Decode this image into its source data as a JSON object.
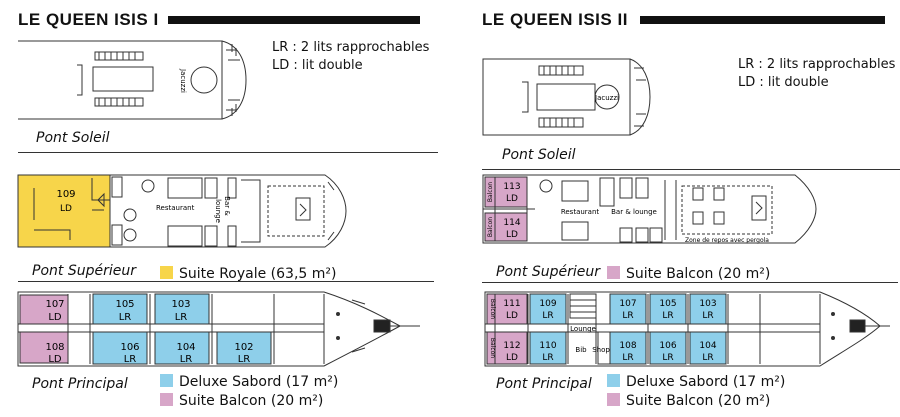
{
  "colors": {
    "suite_royale": "#f7d54a",
    "deluxe_sabord": "#8ecfea",
    "suite_balcon": "#d7a6c8",
    "line": "#333333"
  },
  "left": {
    "title": "LE QUEEN ISIS I",
    "legend": [
      "LR : 2 lits rapprochables",
      "LD : lit double"
    ],
    "decks": {
      "soleil": "Pont Soleil",
      "superieur": "Pont Supérieur",
      "principal": "Pont Principal"
    },
    "labels": {
      "jacuzzi": "Jacuzzi",
      "restaurant": "Restaurant",
      "bar": "Bar &",
      "lounge": "lounge"
    },
    "keys": {
      "suite_royale": "Suite Royale (63,5 m²)",
      "deluxe_sabord": "Deluxe Sabord (17 m²)",
      "suite_balcon": "Suite Balcon (20 m²)"
    },
    "cabins": {
      "c109": {
        "num": "109",
        "type": "LD"
      },
      "c107": {
        "num": "107",
        "type": "LD"
      },
      "c105": {
        "num": "105",
        "type": "LR"
      },
      "c103": {
        "num": "103",
        "type": "LR"
      },
      "c108": {
        "num": "108",
        "type": "LD"
      },
      "c106": {
        "num": "106",
        "type": "LR"
      },
      "c104": {
        "num": "104",
        "type": "LR"
      },
      "c102": {
        "num": "102",
        "type": "LR"
      }
    }
  },
  "right": {
    "title": "LE QUEEN ISIS II",
    "legend": [
      "LR : 2 lits rapprochables",
      "LD : lit double"
    ],
    "decks": {
      "soleil": "Pont Soleil",
      "superieur": "Pont Supérieur",
      "principal": "Pont Principal"
    },
    "labels": {
      "jacuzzi": "Jacuzzi",
      "restaurant": "Restaurant",
      "bar_lounge": "Bar & lounge",
      "zone": "Zone de repos avec pergola",
      "balcon": "Balcon",
      "lounge": "Lounge",
      "bib": "Bib",
      "shop": "Shop"
    },
    "keys": {
      "suite_balcon": "Suite Balcon (20 m²)",
      "deluxe_sabord": "Deluxe Sabord (17 m²)"
    },
    "cabins": {
      "c113": {
        "num": "113",
        "type": "LD"
      },
      "c114": {
        "num": "114",
        "type": "LD"
      },
      "c111": {
        "num": "111",
        "type": "LD"
      },
      "c109": {
        "num": "109",
        "type": "LR"
      },
      "c107": {
        "num": "107",
        "type": "LR"
      },
      "c105": {
        "num": "105",
        "type": "LR"
      },
      "c103": {
        "num": "103",
        "type": "LR"
      },
      "c112": {
        "num": "112",
        "type": "LD"
      },
      "c110": {
        "num": "110",
        "type": "LR"
      },
      "c108": {
        "num": "108",
        "type": "LR"
      },
      "c106": {
        "num": "106",
        "type": "LR"
      },
      "c104": {
        "num": "104",
        "type": "LR"
      }
    }
  }
}
